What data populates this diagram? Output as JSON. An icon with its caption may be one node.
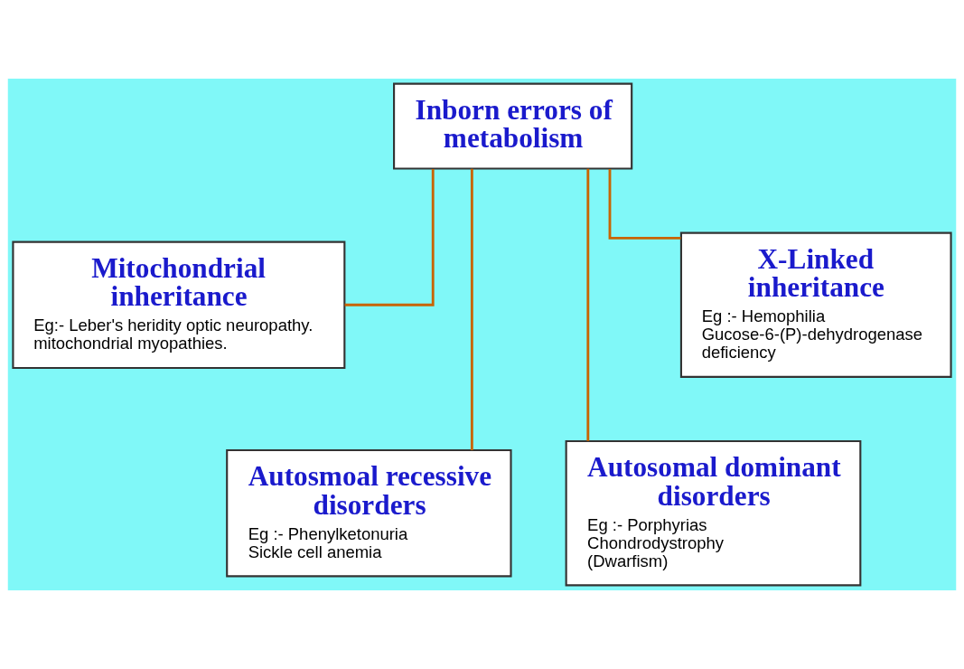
{
  "diagram": {
    "nodes": [
      {
        "text": [
          "Inborn errors of metabolism"
        ]
      },
      {
        "text": [
          "Mitochondrial inheritance",
          "Eg:- Leber's heridity optic neuropathy. mitochondrial myopathies."
        ]
      },
      {
        "text": [
          "Autosmoal recessive disorders",
          "Eg :- Phenylketonuria Sickle cell anemia"
        ]
      },
      {
        "text": [
          "Autosomal dominant disorders",
          "Eg :- Porphyrias Chondrodystrophy (Dwarfism)"
        ]
      },
      {
        "text": [
          "X-Linked inheritance",
          "Eg :- Hemophilia Gucose-6-(P)-dehydrogenase deficiency"
        ]
      }
    ],
    "edges": [
      {
        "from": 0,
        "to": 1,
        "arrow": "none"
      },
      {
        "from": 0,
        "to": 2,
        "arrow": "none"
      },
      {
        "from": 0,
        "to": 3,
        "arrow": "none"
      },
      {
        "from": 0,
        "to": 4,
        "arrow": "none"
      }
    ]
  }
}
